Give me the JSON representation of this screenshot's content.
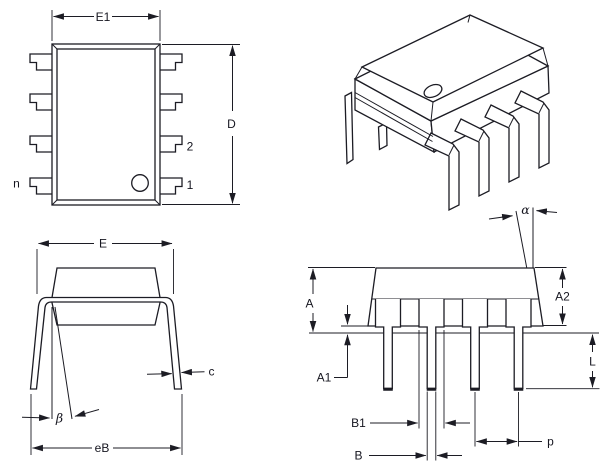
{
  "drawing": {
    "type": "IC package outline drawing, 8-lead PDIP (dual in-line), four orthographic/isometric views",
    "colors": {
      "line": "#1c1c24",
      "text": "#15151f",
      "background": "#ffffff"
    }
  },
  "labels": {
    "e1": "E1",
    "d": "D",
    "pin2": "2",
    "pin1": "1",
    "n": "n",
    "e": "E",
    "c": "c",
    "beta": "β",
    "eb": "eB",
    "alpha": "α",
    "a": "A",
    "a2": "A2",
    "a1": "A1",
    "l": "L",
    "b1": "B1",
    "b": "B",
    "p": "p"
  }
}
